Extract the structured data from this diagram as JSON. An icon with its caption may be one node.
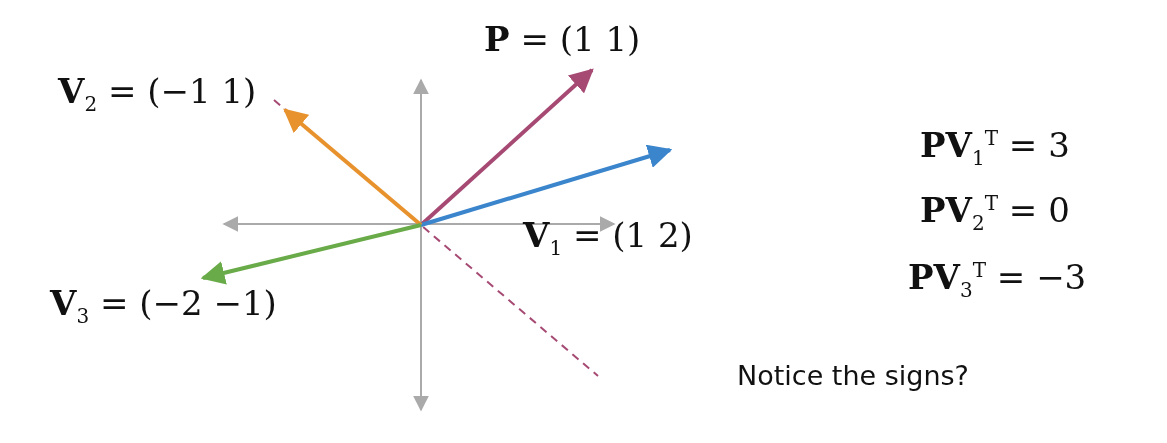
{
  "diagram": {
    "labels": [
      "**P** = (1 1)",
      "**V**$_{2}$ = (−1 1)",
      "**PV**$_{1}$$^{T}$ = 3",
      "**V**$_{1}$ = (1 2)",
      "**PV**$_{2}$$^{T}$ = 0",
      "**V**$_{3}$ = (−2 −1)",
      "**PV**$_{3}$$^{T}$ = −3",
      "Notice the signs?"
    ]
  }
}
